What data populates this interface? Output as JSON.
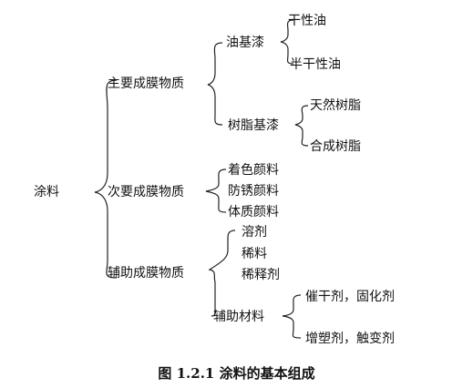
{
  "diagram": {
    "root": "涂料",
    "groups": [
      {
        "label": "主要成膜物质",
        "children": [
          {
            "label": "油基漆",
            "children": [
              "干性油",
              "半干性油"
            ]
          },
          {
            "label": "树脂基漆",
            "children": [
              "天然树脂",
              "合成树脂"
            ]
          }
        ]
      },
      {
        "label": "次要成膜物质",
        "children": [
          "着色颜料",
          "防锈颜料",
          "体质颜料"
        ]
      },
      {
        "label": "辅助成膜物质",
        "children": [
          "溶剂",
          "稀料",
          "稀释剂",
          {
            "label": "辅助材料",
            "children": [
              "催干剂，固化剂",
              "增塑剂，触变剂"
            ]
          }
        ]
      }
    ]
  },
  "caption": "图 1.2.1 涂料的基本组成"
}
